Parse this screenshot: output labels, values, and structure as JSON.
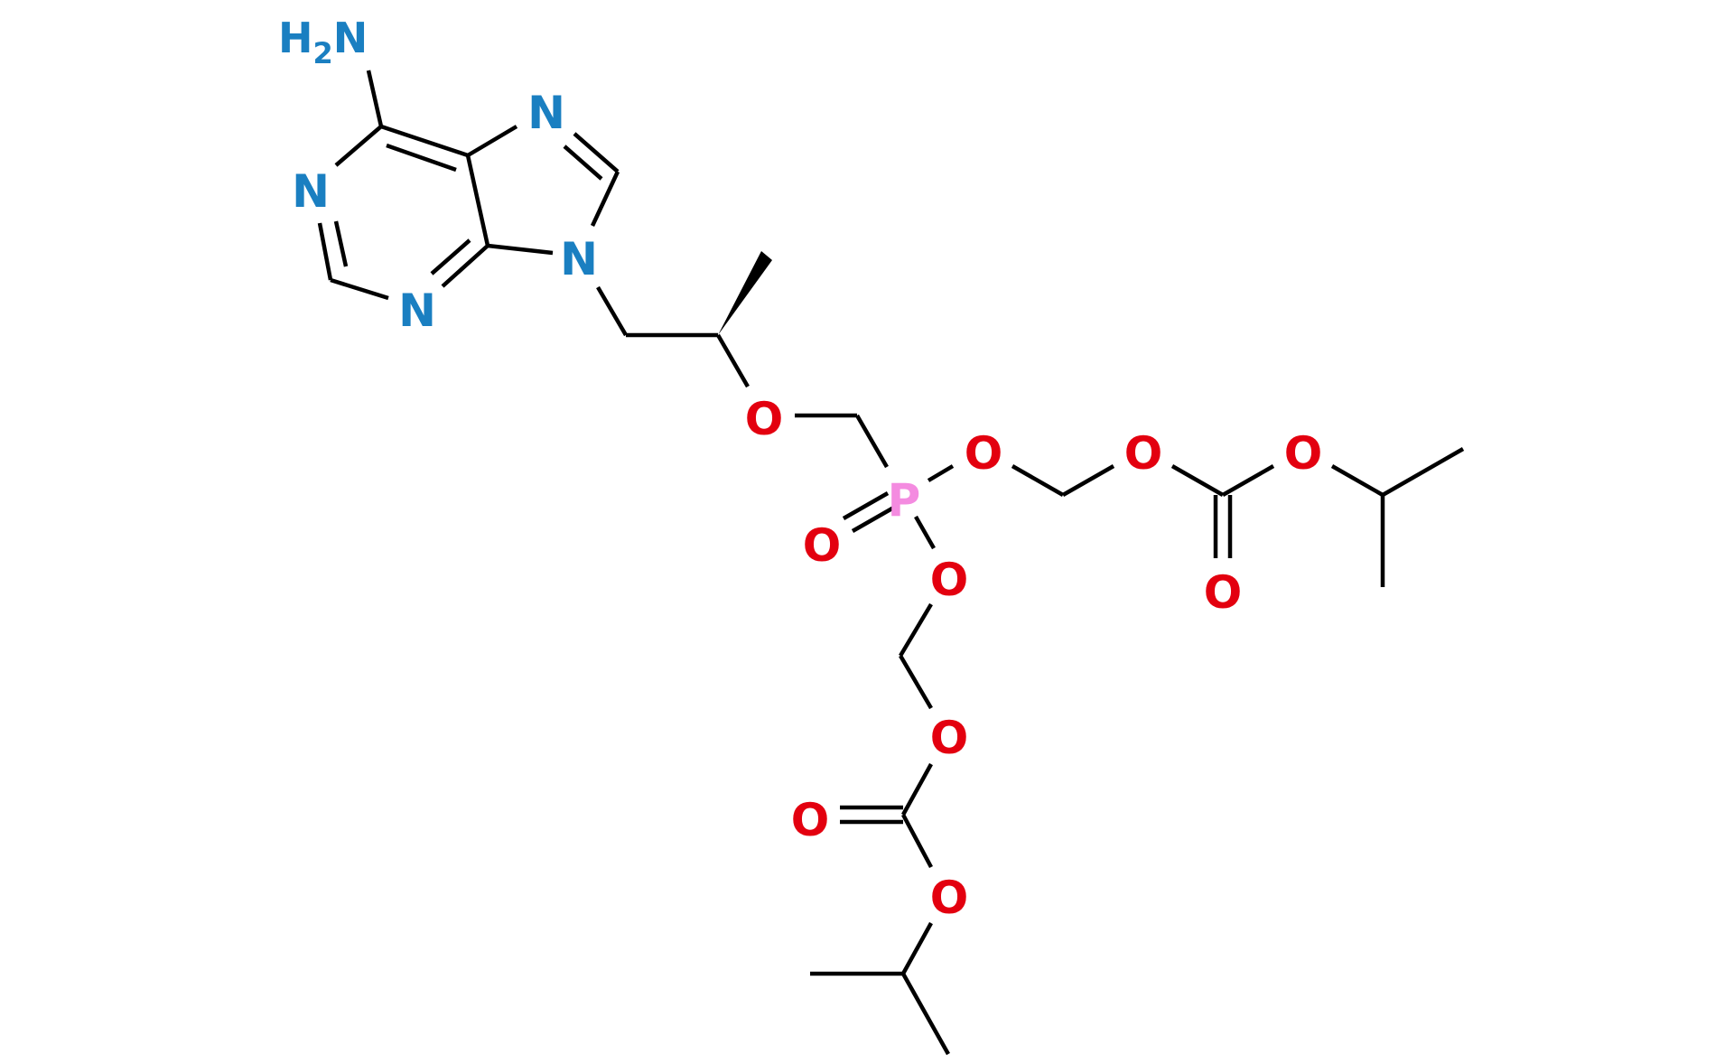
{
  "structure": {
    "atoms": {
      "nh2": {
        "prefix": "H",
        "subscript": "2",
        "suffix": "N"
      },
      "n1": "N",
      "n3": "N",
      "n7": "N",
      "n9": "N",
      "o_ether": "O",
      "p": "P",
      "o_p_double": "O",
      "o_p_right": "O",
      "o_p_down": "O",
      "o_right_1": "O",
      "o_right_2": "O",
      "o_right_carbonyl": "O",
      "o_down_1": "O",
      "o_down_carbonyl": "O",
      "o_down_2": "O"
    },
    "colors": {
      "nitrogen": "#1a7fc1",
      "oxygen": "#e3000f",
      "phosphorus": "#f48be0",
      "bond": "#000000"
    }
  }
}
